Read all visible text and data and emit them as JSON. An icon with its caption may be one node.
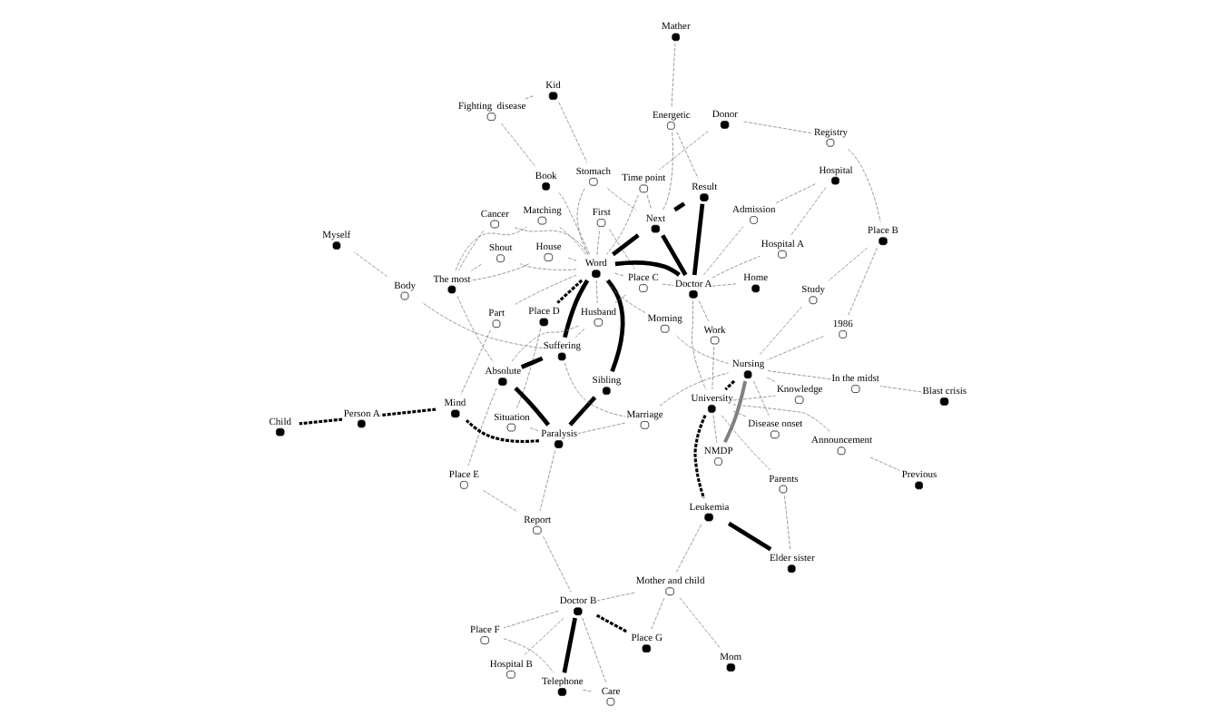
{
  "diagram": {
    "nodes": [
      {
        "text": [],
        "shape": "dot",
        "beside": [
          "Place D"
        ]
      },
      {
        "text": [],
        "shape": "circle",
        "beside": [
          "Shout"
        ]
      },
      {
        "text": [],
        "shape": "circle",
        "beside": [
          "First"
        ]
      },
      {
        "text": [],
        "shape": "circle",
        "beside": [
          "Cancer"
        ]
      },
      {
        "text": [],
        "shape": "circle",
        "beside": [
          "Fighting  disease"
        ]
      },
      {
        "text": [],
        "shape": "dot",
        "beside": [
          "The most"
        ]
      },
      {
        "text": [],
        "shape": "circle",
        "beside": [
          "House"
        ]
      },
      {
        "text": [],
        "shape": "circle",
        "beside": [
          "Situation"
        ]
      },
      {
        "text": [],
        "shape": "dot",
        "beside": [
          "Child"
        ]
      },
      {
        "text": [],
        "shape": "dot",
        "beside": [
          "Book"
        ]
      },
      {
        "text": [],
        "shape": "dot",
        "beside": [
          "Kid"
        ]
      },
      {
        "text": [],
        "shape": "circle",
        "beside": [
          "Part"
        ]
      },
      {
        "text": [],
        "shape": "dot",
        "beside": [
          "Sibling"
        ]
      },
      {
        "text": [],
        "shape": "circle",
        "beside": [
          "Stomach"
        ]
      },
      {
        "text": [],
        "shape": "dot",
        "beside": [
          "Person A"
        ]
      },
      {
        "text": [],
        "shape": "dot",
        "beside": [
          "Mind"
        ]
      },
      {
        "text": [],
        "shape": "dot",
        "beside": [
          "Word"
        ]
      },
      {
        "text": [],
        "shape": "circle",
        "beside": [
          "Place E"
        ]
      },
      {
        "text": [],
        "shape": "dot",
        "beside": [
          "Suffering"
        ]
      },
      {
        "text": [],
        "shape": "dot",
        "beside": [
          "Absolute"
        ]
      },
      {
        "text": [],
        "shape": "circle",
        "beside": [
          "Matching"
        ]
      },
      {
        "text": [],
        "shape": "circle",
        "beside": [
          "Time point"
        ]
      },
      {
        "text": [],
        "shape": "circle",
        "beside": [
          "Place F"
        ]
      },
      {
        "text": [],
        "shape": "circle",
        "beside": [
          "Place C"
        ]
      },
      {
        "text": [],
        "shape": "circle",
        "beside": [
          "Husband"
        ]
      },
      {
        "text": [],
        "shape": "dot",
        "beside": [
          "Donor"
        ]
      },
      {
        "text": [],
        "shape": "dot",
        "beside": [
          "Paralysis"
        ]
      },
      {
        "text": [],
        "shape": "circle",
        "beside": [
          "Report"
        ]
      },
      {
        "text": [],
        "shape": "dot",
        "beside": [
          "Telephone"
        ]
      },
      {
        "text": [],
        "shape": "dot",
        "beside": [
          "Next"
        ]
      },
      {
        "text": [],
        "shape": "dot",
        "beside": [
          "Home"
        ]
      },
      {
        "text": [],
        "shape": "circle",
        "beside": [
          "Body"
        ]
      },
      {
        "text": [],
        "shape": "dot",
        "beside": [
          "Doctor B"
        ]
      },
      {
        "text": [],
        "shape": "dot",
        "beside": [
          "Doctor A"
        ]
      },
      {
        "text": [],
        "shape": "circle",
        "beside": [
          "Marriage"
        ]
      },
      {
        "text": [],
        "shape": "circle",
        "beside": [
          "Registry"
        ]
      },
      {
        "text": [],
        "shape": "circle",
        "beside": [
          "Energetic"
        ]
      },
      {
        "text": [],
        "shape": "dot",
        "beside": [
          "Result"
        ]
      },
      {
        "text": [],
        "shape": "circle",
        "beside": [
          "Morning"
        ]
      },
      {
        "text": [],
        "shape": "circle",
        "beside": [
          "Admission"
        ]
      },
      {
        "text": [],
        "shape": "circle",
        "beside": [
          "Care"
        ]
      },
      {
        "text": [],
        "shape": "dot",
        "beside": [
          "Myself"
        ]
      },
      {
        "text": [],
        "shape": "dot",
        "beside": [
          "Mather"
        ]
      },
      {
        "text": [],
        "shape": "circle",
        "beside": [
          "Hospital B"
        ]
      },
      {
        "text": [],
        "shape": "circle",
        "beside": [
          "Work"
        ]
      },
      {
        "text": [],
        "shape": "circle",
        "beside": [
          "Hospital A"
        ]
      },
      {
        "text": [],
        "shape": "dot",
        "beside": [
          "Hospital"
        ]
      },
      {
        "text": [],
        "shape": "dot",
        "beside": [
          "Place B"
        ]
      },
      {
        "text": [],
        "shape": "circle",
        "beside": [
          "Study"
        ]
      },
      {
        "text": [],
        "shape": "dot",
        "beside": [
          "Place G"
        ]
      },
      {
        "text": [],
        "shape": "circle",
        "beside": [
          "Announcement"
        ]
      },
      {
        "text": [],
        "shape": "dot",
        "beside": [
          "Previous"
        ]
      },
      {
        "text": [],
        "shape": "circle",
        "beside": [
          "Mother and child"
        ]
      },
      {
        "text": [],
        "shape": "circle",
        "beside": [
          "1986"
        ]
      },
      {
        "text": [],
        "shape": "dot",
        "beside": [
          "Nursing"
        ]
      },
      {
        "text": [],
        "shape": "dot",
        "beside": [
          "University"
        ]
      },
      {
        "text": [],
        "shape": "dot",
        "beside": [
          "Leukemia"
        ]
      },
      {
        "text": [],
        "shape": "dot",
        "beside": [
          "Mom"
        ]
      },
      {
        "text": [],
        "shape": "circle",
        "beside": [
          "Knowledge"
        ]
      },
      {
        "text": [],
        "shape": "circle",
        "beside": [
          "NMDP"
        ]
      },
      {
        "text": [],
        "shape": "circle",
        "beside": [
          "In the midst"
        ]
      },
      {
        "text": [],
        "shape": "dot",
        "beside": [
          "Blast crisis"
        ]
      },
      {
        "text": [],
        "shape": "circle",
        "beside": [
          "Parents"
        ]
      },
      {
        "text": [],
        "shape": "dot",
        "beside": [
          "Elder sister"
        ]
      },
      {
        "text": [],
        "shape": "circle",
        "beside": [
          "Disease onset"
        ]
      }
    ],
    "edges": [
      {
        "from": 16,
        "to": 12,
        "arrow": "none",
        "style": "thick",
        "color": "#000000"
      },
      {
        "from": 16,
        "to": 18,
        "arrow": "none",
        "style": "thick",
        "color": "#000000"
      },
      {
        "from": 16,
        "to": 29,
        "arrow": "none",
        "style": "thick",
        "color": "#000000"
      },
      {
        "from": 16,
        "to": 33,
        "arrow": "none",
        "style": "thick",
        "color": "#000000"
      },
      {
        "from": 29,
        "to": 37,
        "arrow": "none",
        "style": "thick",
        "color": "#000000"
      },
      {
        "from": 29,
        "to": 33,
        "arrow": "none",
        "style": "thick",
        "color": "#000000"
      },
      {
        "from": 37,
        "to": 33,
        "arrow": "none",
        "style": "thick",
        "color": "#000000"
      },
      {
        "from": 12,
        "to": 26,
        "arrow": "none",
        "style": "thick",
        "color": "#000000"
      },
      {
        "from": 18,
        "to": 19,
        "arrow": "none",
        "style": "thick",
        "color": "#000000"
      },
      {
        "from": 19,
        "to": 26,
        "arrow": "none",
        "style": "thick",
        "color": "#000000"
      },
      {
        "from": 32,
        "to": 28,
        "arrow": "none",
        "style": "thick",
        "color": "#000000"
      },
      {
        "from": 56,
        "to": 63,
        "arrow": "none",
        "style": "thick",
        "color": "#000000"
      },
      {
        "from": 16,
        "to": 0,
        "arrow": "none",
        "style": "dashed",
        "color": "#000000"
      },
      {
        "from": 26,
        "to": 15,
        "arrow": "none",
        "style": "dashed",
        "color": "#000000"
      },
      {
        "from": 15,
        "to": 14,
        "arrow": "none",
        "style": "dashed",
        "color": "#000000"
      },
      {
        "from": 14,
        "to": 8,
        "arrow": "none",
        "style": "dashed",
        "color": "#000000"
      },
      {
        "from": 32,
        "to": 49,
        "arrow": "none",
        "style": "dashed",
        "color": "#000000"
      },
      {
        "from": 54,
        "to": 55,
        "arrow": "none",
        "style": "dashed",
        "color": "#000000"
      },
      {
        "from": 55,
        "to": 56,
        "arrow": "none",
        "style": "dashed",
        "color": "#000000"
      },
      {
        "from": 54,
        "to": 59,
        "arrow": "none",
        "style": "thick",
        "color": "#808080"
      },
      {
        "from": 10,
        "to": 4,
        "arrow": "none",
        "style": "dashed"
      },
      {
        "from": 4,
        "to": 9,
        "arrow": "none",
        "style": "dashed"
      },
      {
        "from": 9,
        "to": 16,
        "arrow": "none",
        "style": "dashed"
      },
      {
        "from": 10,
        "to": 13,
        "arrow": "none",
        "style": "dashed"
      },
      {
        "from": 13,
        "to": 16,
        "arrow": "none",
        "style": "dashed"
      },
      {
        "from": 13,
        "to": 29,
        "arrow": "none",
        "style": "dashed"
      },
      {
        "from": 25,
        "to": 21,
        "arrow": "none",
        "style": "dashed"
      },
      {
        "from": 21,
        "to": 16,
        "arrow": "none",
        "style": "dashed"
      },
      {
        "from": 21,
        "to": 29,
        "arrow": "none",
        "style": "dashed"
      },
      {
        "from": 29,
        "to": 36,
        "arrow": "none",
        "style": "dashed"
      },
      {
        "from": 36,
        "to": 37,
        "arrow": "none",
        "style": "dashed"
      },
      {
        "from": 36,
        "to": 42,
        "arrow": "none",
        "style": "dashed"
      },
      {
        "from": 25,
        "to": 35,
        "arrow": "none",
        "style": "dashed"
      },
      {
        "from": 35,
        "to": 47,
        "arrow": "none",
        "style": "dashed"
      },
      {
        "from": 47,
        "to": 48,
        "arrow": "none",
        "style": "dashed"
      },
      {
        "from": 47,
        "to": 53,
        "arrow": "none",
        "style": "dashed"
      },
      {
        "from": 48,
        "to": 54,
        "arrow": "none",
        "style": "dashed"
      },
      {
        "from": 53,
        "to": 54,
        "arrow": "none",
        "style": "dashed"
      },
      {
        "from": 61,
        "to": 60,
        "arrow": "none",
        "style": "dashed"
      },
      {
        "from": 60,
        "to": 54,
        "arrow": "none",
        "style": "dashed"
      },
      {
        "from": 54,
        "to": 58,
        "arrow": "none",
        "style": "dashed"
      },
      {
        "from": 54,
        "to": 64,
        "arrow": "none",
        "style": "dashed"
      },
      {
        "from": 55,
        "to": 58,
        "arrow": "none",
        "style": "dashed"
      },
      {
        "from": 55,
        "to": 64,
        "arrow": "none",
        "style": "dashed"
      },
      {
        "from": 55,
        "to": 59,
        "arrow": "none",
        "style": "dashed"
      },
      {
        "from": 55,
        "to": 62,
        "arrow": "none",
        "style": "dashed"
      },
      {
        "from": 62,
        "to": 63,
        "arrow": "none",
        "style": "dashed"
      },
      {
        "from": 54,
        "to": 38,
        "arrow": "none",
        "style": "dashed"
      },
      {
        "from": 38,
        "to": 16,
        "arrow": "none",
        "style": "dashed"
      },
      {
        "from": 16,
        "to": 6,
        "arrow": "none",
        "style": "dashed"
      },
      {
        "from": 16,
        "to": 1,
        "arrow": "none",
        "style": "dashed"
      },
      {
        "from": 16,
        "to": 3,
        "arrow": "none",
        "style": "dashed"
      },
      {
        "from": 16,
        "to": 2,
        "arrow": "none",
        "style": "dashed"
      },
      {
        "from": 6,
        "to": 5,
        "arrow": "none",
        "style": "dashed"
      },
      {
        "from": 3,
        "to": 5,
        "arrow": "none",
        "style": "dashed"
      },
      {
        "from": 1,
        "to": 5,
        "arrow": "none",
        "style": "dashed"
      },
      {
        "from": 2,
        "to": 23,
        "arrow": "none",
        "style": "dashed"
      },
      {
        "from": 0,
        "to": 7,
        "arrow": "none",
        "style": "dashed"
      },
      {
        "from": 7,
        "to": 26,
        "arrow": "none",
        "style": "dashed"
      },
      {
        "from": 5,
        "to": 19,
        "arrow": "none",
        "style": "dashed"
      },
      {
        "from": 5,
        "to": 20,
        "arrow": "none",
        "style": "dashed"
      },
      {
        "from": 16,
        "to": 11,
        "arrow": "none",
        "style": "dashed"
      },
      {
        "from": 11,
        "to": 15,
        "arrow": "none",
        "style": "dashed"
      },
      {
        "from": 16,
        "to": 20,
        "arrow": "none",
        "style": "dashed"
      },
      {
        "from": 16,
        "to": 23,
        "arrow": "none",
        "style": "dashed"
      },
      {
        "from": 16,
        "to": 24,
        "arrow": "none",
        "style": "dashed"
      },
      {
        "from": 23,
        "to": 33,
        "arrow": "none",
        "style": "dashed"
      },
      {
        "from": 23,
        "to": 24,
        "arrow": "none",
        "style": "dashed"
      },
      {
        "from": 24,
        "to": 18,
        "arrow": "none",
        "style": "dashed"
      },
      {
        "from": 24,
        "to": 19,
        "arrow": "none",
        "style": "dashed"
      },
      {
        "from": 18,
        "to": 34,
        "arrow": "none",
        "style": "dashed"
      },
      {
        "from": 18,
        "to": 31,
        "arrow": "none",
        "style": "dashed"
      },
      {
        "from": 19,
        "to": 17,
        "arrow": "none",
        "style": "dashed"
      },
      {
        "from": 17,
        "to": 27,
        "arrow": "none",
        "style": "dashed"
      },
      {
        "from": 27,
        "to": 32,
        "arrow": "none",
        "style": "dashed"
      },
      {
        "from": 26,
        "to": 27,
        "arrow": "none",
        "style": "dashed"
      },
      {
        "from": 34,
        "to": 26,
        "arrow": "none",
        "style": "dashed"
      },
      {
        "from": 34,
        "to": 54,
        "arrow": "none",
        "style": "dashed"
      },
      {
        "from": 33,
        "to": 39,
        "arrow": "none",
        "style": "dashed"
      },
      {
        "from": 39,
        "to": 46,
        "arrow": "none",
        "style": "dashed"
      },
      {
        "from": 33,
        "to": 45,
        "arrow": "none",
        "style": "dashed"
      },
      {
        "from": 45,
        "to": 46,
        "arrow": "none",
        "style": "dashed"
      },
      {
        "from": 33,
        "to": 44,
        "arrow": "none",
        "style": "dashed"
      },
      {
        "from": 33,
        "to": 55,
        "arrow": "none",
        "style": "dashed"
      },
      {
        "from": 50,
        "to": 51,
        "arrow": "none",
        "style": "dashed"
      },
      {
        "from": 50,
        "to": 55,
        "arrow": "none",
        "style": "dashed"
      },
      {
        "from": 32,
        "to": 22,
        "arrow": "none",
        "style": "dashed"
      },
      {
        "from": 22,
        "to": 28,
        "arrow": "none",
        "style": "dashed"
      },
      {
        "from": 28,
        "to": 40,
        "arrow": "none",
        "style": "dashed"
      },
      {
        "from": 32,
        "to": 40,
        "arrow": "none",
        "style": "dashed"
      },
      {
        "from": 32,
        "to": 43,
        "arrow": "none",
        "style": "dashed"
      },
      {
        "from": 32,
        "to": 52,
        "arrow": "none",
        "style": "dashed"
      },
      {
        "from": 49,
        "to": 52,
        "arrow": "none",
        "style": "dashed"
      },
      {
        "from": 52,
        "to": 56,
        "arrow": "none",
        "style": "dashed"
      },
      {
        "from": 52,
        "to": 57,
        "arrow": "none",
        "style": "dashed"
      },
      {
        "from": 31,
        "to": 41,
        "arrow": "none",
        "style": "dashed"
      },
      {
        "from": 44,
        "to": 55,
        "arrow": "none",
        "style": "dashed"
      },
      {
        "from": 33,
        "to": 30,
        "arrow": "none",
        "style": "dashed"
      }
    ]
  }
}
